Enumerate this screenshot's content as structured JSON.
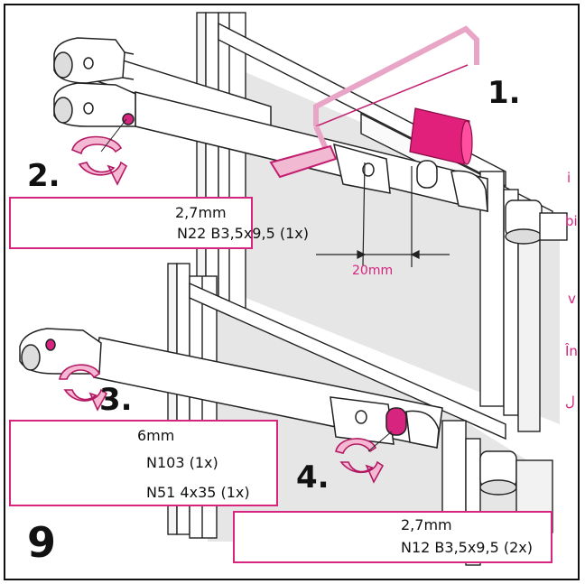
{
  "page_number": "9",
  "steps": [
    "1.",
    "2.",
    "3.",
    "4."
  ],
  "dimension_label": "20mm",
  "boxes": {
    "box_a": {
      "drill": "2,7mm",
      "part": "N22 B3,5x9,5 (1x)"
    },
    "box_b": {
      "drill": "6mm",
      "dowel": "N103 (1x)",
      "screw": "N51 4x35 (1x)"
    },
    "box_c": {
      "drill": "2,7mm",
      "part": "N12 B3,5x9,5 (2x)"
    }
  },
  "side_text": [
    "i",
    "bi",
    "v",
    "În",
    "ل"
  ],
  "colors": {
    "accent": "#d6247f",
    "line": "#111111",
    "panel": "#e8e8e8"
  }
}
